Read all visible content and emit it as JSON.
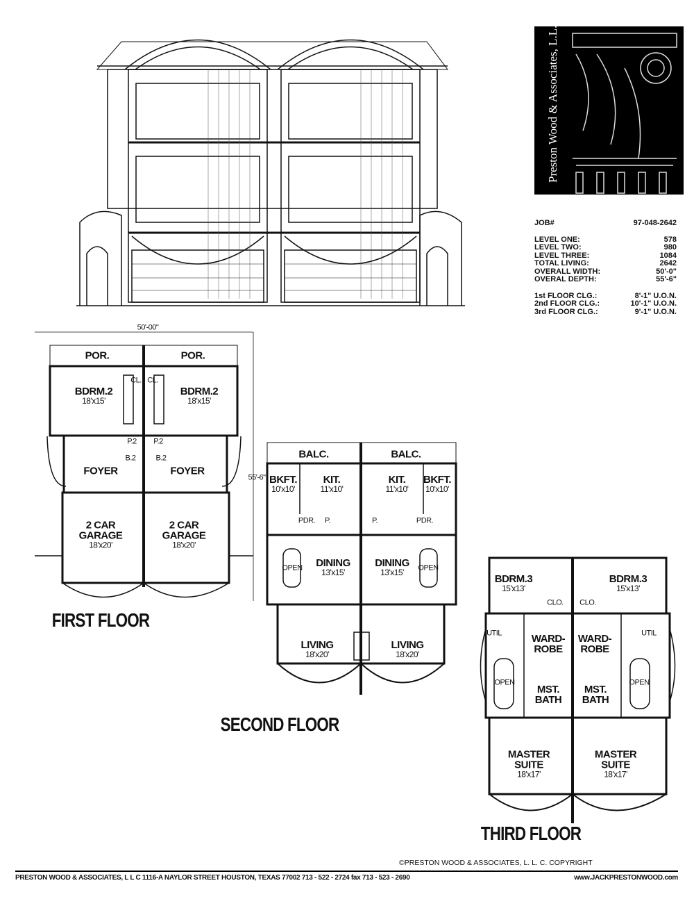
{
  "logo": {
    "firm_name": "Preston Wood & Associates, L.L.C."
  },
  "info": {
    "job_label": "JOB#",
    "job_value": "97-048-2642",
    "levels": [
      {
        "label": "LEVEL ONE:",
        "value": "578"
      },
      {
        "label": "LEVEL TWO:",
        "value": "980"
      },
      {
        "label": "LEVEL THREE:",
        "value": "1084"
      },
      {
        "label": "TOTAL LIVING:",
        "value": "2642"
      },
      {
        "label": "OVERALL WIDTH:",
        "value": "50'-0\""
      },
      {
        "label": "OVERAL DEPTH:",
        "value": "55'-6\""
      }
    ],
    "ceilings": [
      {
        "label": "1st FLOOR CLG.:",
        "value": "8'-1\" U.O.N."
      },
      {
        "label": "2nd FLOOR CLG.:",
        "value": "10'-1\" U.O.N."
      },
      {
        "label": "3rd FLOOR CLG.:",
        "value": "9'-1\" U.O.N."
      }
    ]
  },
  "first_floor": {
    "title": "FIRST FLOOR",
    "width_dim": "50'-00\"",
    "depth_dim": "55'-6\"",
    "por": "POR.",
    "bdrm": "BDRM.2",
    "bdrm_size": "18'x15'",
    "foyer": "FOYER",
    "garage": "2 CAR GARAGE",
    "garage_size": "18'x20'",
    "clo": "CL.",
    "pdr": "P.2",
    "bath": "B.2"
  },
  "second_floor": {
    "title": "SECOND FLOOR",
    "balc": "BALC.",
    "bkft": "BKFT.",
    "bkft_size": "10'x10'",
    "kit": "KIT.",
    "kit_size": "11'x10'",
    "pdr": "PDR.",
    "pantry": "P.",
    "dining": "DINING",
    "dining_size": "13'x15'",
    "open": "OPEN",
    "living": "LIVING",
    "living_size": "18'x20'"
  },
  "third_floor": {
    "title": "THIRD FLOOR",
    "bdrm": "BDRM.3",
    "bdrm_size": "15'x13'",
    "clo": "CLO.",
    "util": "UTIL",
    "wardrobe": "WARD-ROBE",
    "open": "OPEN",
    "mst_bath": "MST. BATH",
    "master": "MASTER SUITE",
    "master_size": "18'x17'"
  },
  "footer": {
    "copyright": "©PRESTON WOOD & ASSOCIATES, L. L. C.  COPYRIGHT",
    "address": "PRESTON WOOD & ASSOCIATES, L L C    1116-A  NAYLOR STREET    HOUSTON, TEXAS  77002   713 - 522 - 2724   fax  713 - 523 - 2690",
    "website": "www.JACKPRESTONWOOD.com"
  }
}
